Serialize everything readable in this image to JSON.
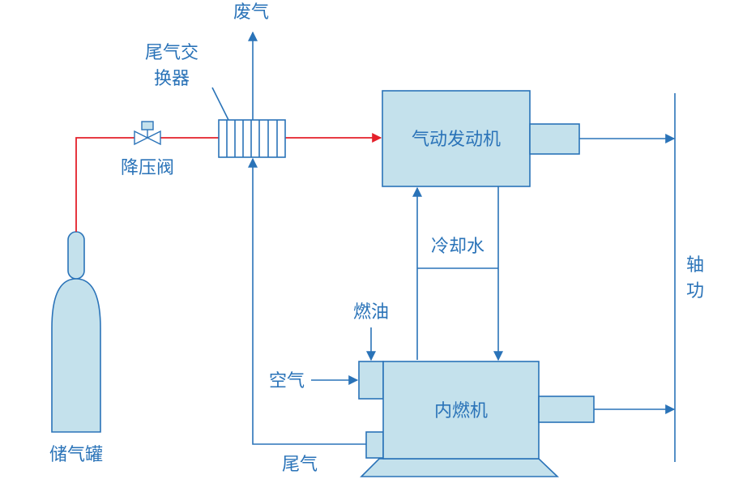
{
  "labels": {
    "exhaust_gas": "废气",
    "exchanger_line1": "尾气交",
    "exchanger_line2": "换器",
    "valve": "降压阀",
    "tank": "储气罐",
    "air_engine": "气动发动机",
    "cooling_water": "冷却水",
    "fuel": "燃油",
    "air": "空气",
    "ice": "内燃机",
    "tail_gas": "尾气",
    "shaft_work_1": "轴",
    "shaft_work_2": "功"
  },
  "colors": {
    "line": "#2a73b8",
    "fill": "#c4e1ec",
    "high_pressure_line": "#e4202a",
    "text": "#2a73b8"
  }
}
